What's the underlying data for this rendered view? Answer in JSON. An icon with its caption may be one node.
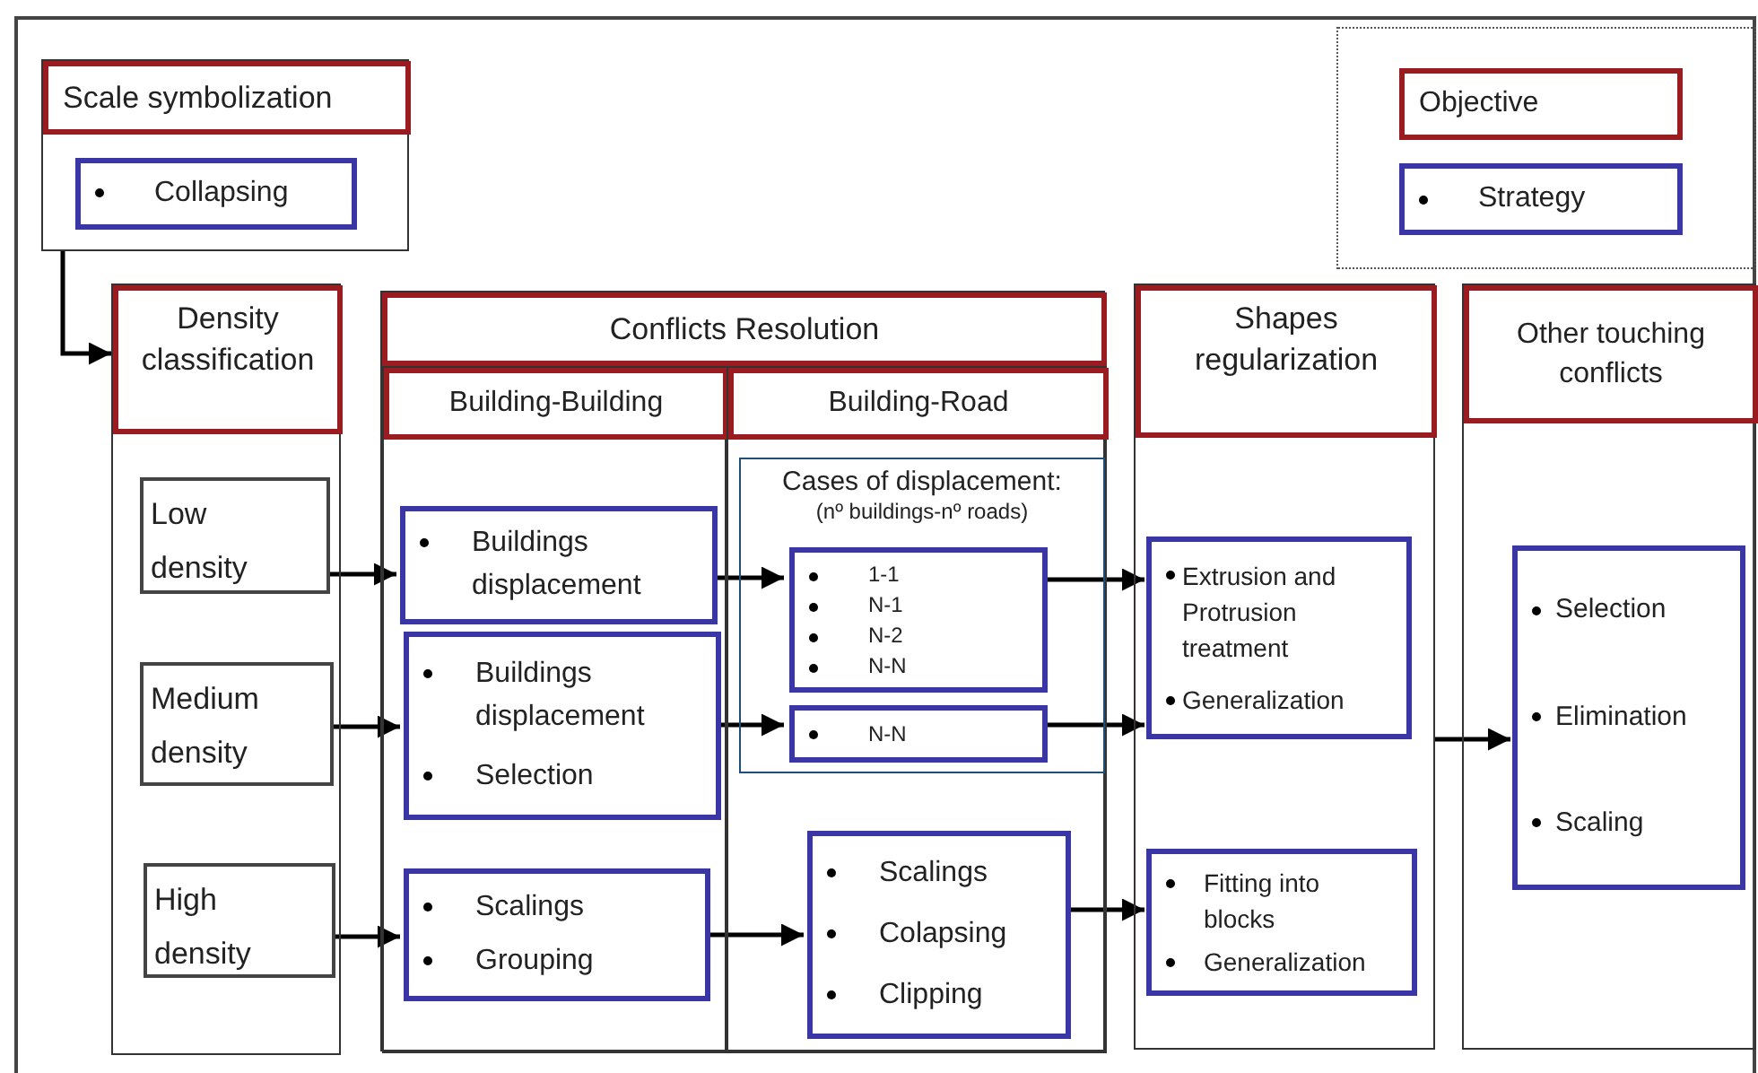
{
  "diagram": {
    "nodes": [
      {
        "text": [],
        "shape": "box"
      },
      {
        "text": [
          "Scale symbolization"
        ],
        "in": 0
      },
      {
        "text": [
          "Collapsing"
        ],
        "in": 0
      },
      {
        "text": [],
        "shape": "box"
      },
      {
        "text": [
          "Density classification"
        ],
        "in": 3
      },
      {
        "text": [
          "Low density"
        ],
        "in": 3
      },
      {
        "text": [
          "Medium density"
        ],
        "in": 3
      },
      {
        "text": [
          "High density"
        ],
        "in": 3
      },
      {
        "text": [],
        "shape": "box"
      },
      {
        "text": [
          "Conflicts Resolution"
        ],
        "in": 8
      },
      {
        "text": [],
        "shape": "box",
        "in": 8
      },
      {
        "text": [
          "Building-Building"
        ],
        "in": 10
      },
      {
        "text": [],
        "shape": "box",
        "in": 8
      },
      {
        "text": [
          "Building-Road"
        ],
        "in": 12
      },
      {
        "text": [
          "Buildings displacement"
        ],
        "in": 10
      },
      {
        "text": [
          "Buildings displacement",
          "Selection"
        ],
        "in": 10
      },
      {
        "text": [
          "Scalings",
          "Grouping"
        ],
        "in": 10
      },
      {
        "text": [
          "Cases of displacement:",
          "(nº buildings-nº roads)"
        ],
        "in": 12
      },
      {
        "text": [
          "1-1",
          "N-1",
          "N-2",
          "N-N"
        ],
        "in": 17
      },
      {
        "text": [
          "N-N"
        ],
        "in": 17
      },
      {
        "text": [
          "Scalings",
          "Colapsing",
          "Clipping"
        ],
        "in": 12
      },
      {
        "text": [],
        "shape": "box"
      },
      {
        "text": [
          "Shapes regularization"
        ],
        "in": 21
      },
      {
        "text": [
          "Extrusion and Protrusion treatment",
          "Generalization"
        ],
        "in": 21
      },
      {
        "text": [
          "Fitting into blocks",
          "Generalization"
        ],
        "in": 21
      },
      {
        "text": [],
        "shape": "box"
      },
      {
        "text": [
          "Other touching conflicts"
        ],
        "in": 25
      },
      {
        "text": [
          "Selection",
          "Elimination",
          "Scaling"
        ],
        "in": 25
      }
    ],
    "edges": [
      {
        "from": 0,
        "to": 3,
        "arrow": "to"
      },
      {
        "from": 5,
        "to": 14,
        "arrow": "to"
      },
      {
        "from": 6,
        "to": 15,
        "arrow": "to"
      },
      {
        "from": 7,
        "to": 16,
        "arrow": "to"
      },
      {
        "from": 14,
        "to": 18,
        "arrow": "to"
      },
      {
        "from": 15,
        "to": 19,
        "arrow": "to"
      },
      {
        "from": 16,
        "to": 20,
        "arrow": "to"
      },
      {
        "from": 18,
        "to": 23,
        "arrow": "to"
      },
      {
        "from": 19,
        "to": 23,
        "arrow": "to"
      },
      {
        "from": 20,
        "to": 24,
        "arrow": "to"
      },
      {
        "from": 21,
        "to": 27,
        "arrow": "to"
      }
    ],
    "legend": [
      {
        "text": "Objective",
        "color": "#9b1c20"
      },
      {
        "text": "Strategy",
        "color": "#3b36a6"
      }
    ]
  }
}
